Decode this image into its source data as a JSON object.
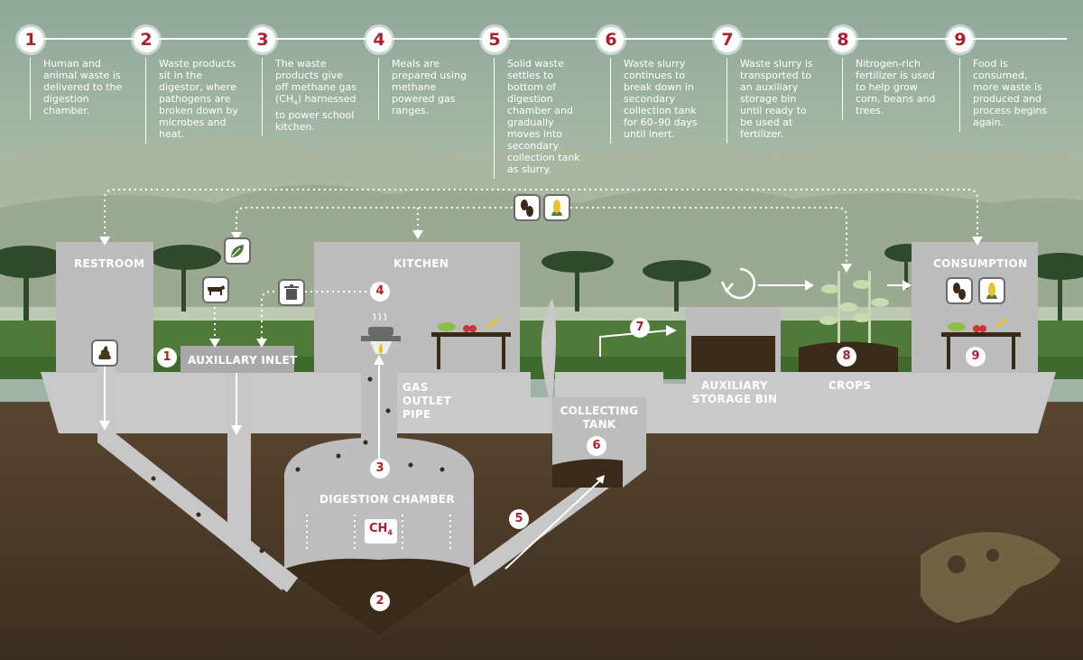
{
  "steps": [
    {
      "num": "1",
      "text": "Human and animal waste is delivered to the digestion chamber."
    },
    {
      "num": "2",
      "text": "Waste products sit in the digestor, where pathogens are broken down by microbes and heat."
    },
    {
      "num": "3",
      "text_a": "The waste products give off methane gas (CH",
      "text_sub": "4",
      "text_b": ") harnessed to power school kitchen."
    },
    {
      "num": "4",
      "text": "Meals are prepared using methane powered gas ranges."
    },
    {
      "num": "5",
      "text": "Solid waste settles to  bottom of digestion chamber and gradually moves into secondary collection tank as slurry."
    },
    {
      "num": "6",
      "text": "Waste slurry continues to break down in secondary collection tank for 60–90 days until inert."
    },
    {
      "num": "7",
      "text": "Waste slurry is transported to an auxiliary storage bin until ready to be used at fertilizer."
    },
    {
      "num": "8",
      "text": "Nitrogen-rich fertilizer is used to help grow corn, beans and trees."
    },
    {
      "num": "9",
      "text": "Food is consumed, more waste is produced and process begins again."
    }
  ],
  "labels": {
    "restroom": "RESTROOM",
    "auxiliary_inlet": "AUXILLARY INLET",
    "kitchen": "KITCHEN",
    "gas_outlet_pipe": "GAS OUTLET PIPE",
    "digestion_chamber": "DIGESTION CHAMBER",
    "ch4_main": "CH",
    "ch4_sub": "4",
    "collecting_tank": "COLLECTING TANK",
    "auxiliary_storage_bin": "AUXILIARY STORAGE BIN",
    "crops": "CROPS",
    "consumption": "CONSUMPTION"
  },
  "colors": {
    "accent": "#b01d2c",
    "sky": "#9fb3a6",
    "building": "#c5c5c5",
    "pipe": "#d0d0d0",
    "soil": "#4a3a27",
    "compost": "#3a2a18",
    "grass": "#4f7a3a"
  },
  "icons": {
    "restroom": "waste-icon",
    "inlet_left": "cow-icon",
    "inlet_right": "leaf-icon",
    "kitchen": "trash-can-icon",
    "food": "beans-corn-icon",
    "timer": "clock-icon"
  }
}
